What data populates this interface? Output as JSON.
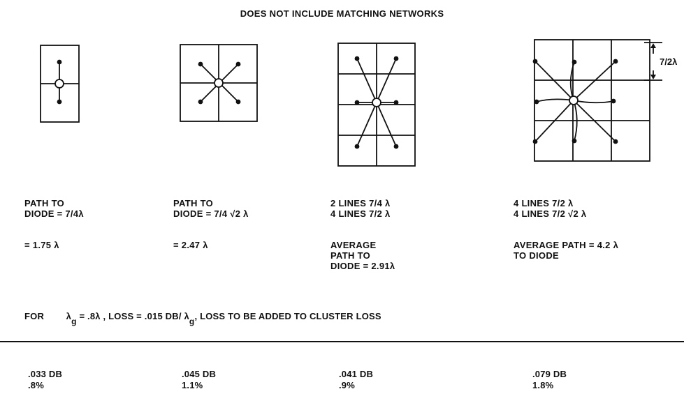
{
  "title": "DOES NOT INCLUDE MATCHING NETWORKS",
  "dimension_label": "7/2λ",
  "configs": [
    {
      "caption_lines": [
        "PATH TO",
        "DIODE = 7/4λ"
      ],
      "value_lines": [
        "= 1.75 λ"
      ],
      "result_db": ".033 DB",
      "result_pct": ".8%"
    },
    {
      "caption_lines": [
        "PATH TO",
        "DIODE = 7/4  √2 λ"
      ],
      "value_lines": [
        "= 2.47 λ"
      ],
      "result_db": ".045 DB",
      "result_pct": "1.1%"
    },
    {
      "caption_lines": [
        "2 LINES 7/4 λ",
        "4 LINES 7/2  λ"
      ],
      "value_lines": [
        "AVERAGE",
        "PATH TO",
        "DIODE = 2.91λ"
      ],
      "result_db": ".041 DB",
      "result_pct": ".9%"
    },
    {
      "caption_lines": [
        "4 LINES 7/2  λ",
        "4 LINES 7/2  √2 λ"
      ],
      "value_lines": [
        "AVERAGE PATH = 4.2 λ",
        "TO DIODE"
      ],
      "result_db": ".079 DB",
      "result_pct": "1.8%"
    }
  ],
  "formula": {
    "lead": "FOR",
    "lambda_g": "λ",
    "g": "g",
    "eq": "= .8λ  , LOSS = .015 DB/ λ",
    "g2": "g",
    "tail": ", LOSS TO BE ADDED TO CLUSTER LOSS"
  }
}
